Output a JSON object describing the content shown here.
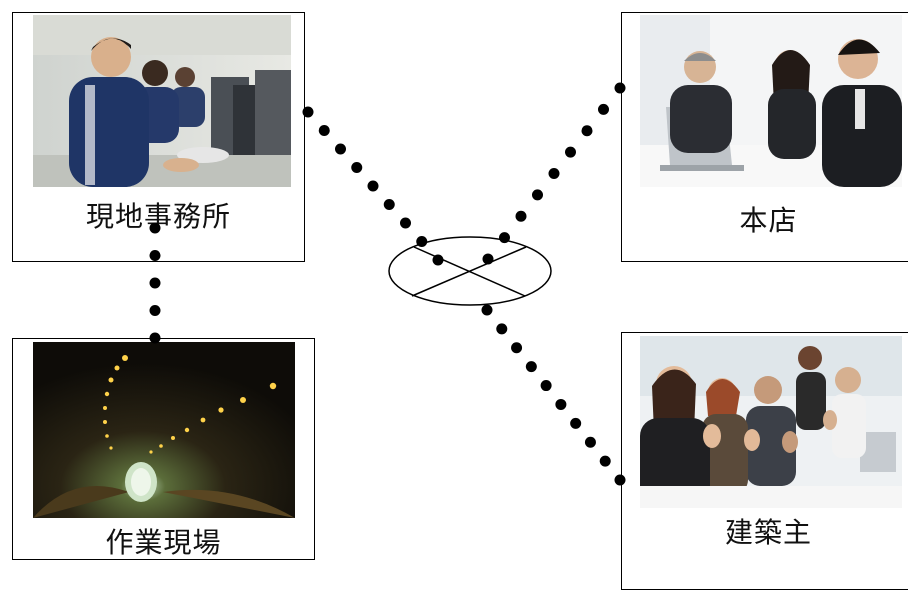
{
  "nodes": {
    "office": {
      "label": "現地事務所",
      "photo": "call-center-operators"
    },
    "head_office": {
      "label": "本店",
      "photo": "business-meeting"
    },
    "site": {
      "label": "作業現場",
      "photo": "lit-tunnel"
    },
    "owner": {
      "label": "建築主",
      "photo": "applauding-audience"
    }
  },
  "hub": {
    "shape": "ellipse-with-cross",
    "represents": "network"
  },
  "connections": [
    {
      "from": "office",
      "to": "hub",
      "style": "dotted"
    },
    {
      "from": "head_office",
      "to": "hub",
      "style": "dotted"
    },
    {
      "from": "owner",
      "to": "hub",
      "style": "dotted"
    },
    {
      "from": "office",
      "to": "site",
      "style": "dotted"
    }
  ],
  "colors": {
    "line": "#000000",
    "border": "#000000",
    "background": "#ffffff"
  }
}
